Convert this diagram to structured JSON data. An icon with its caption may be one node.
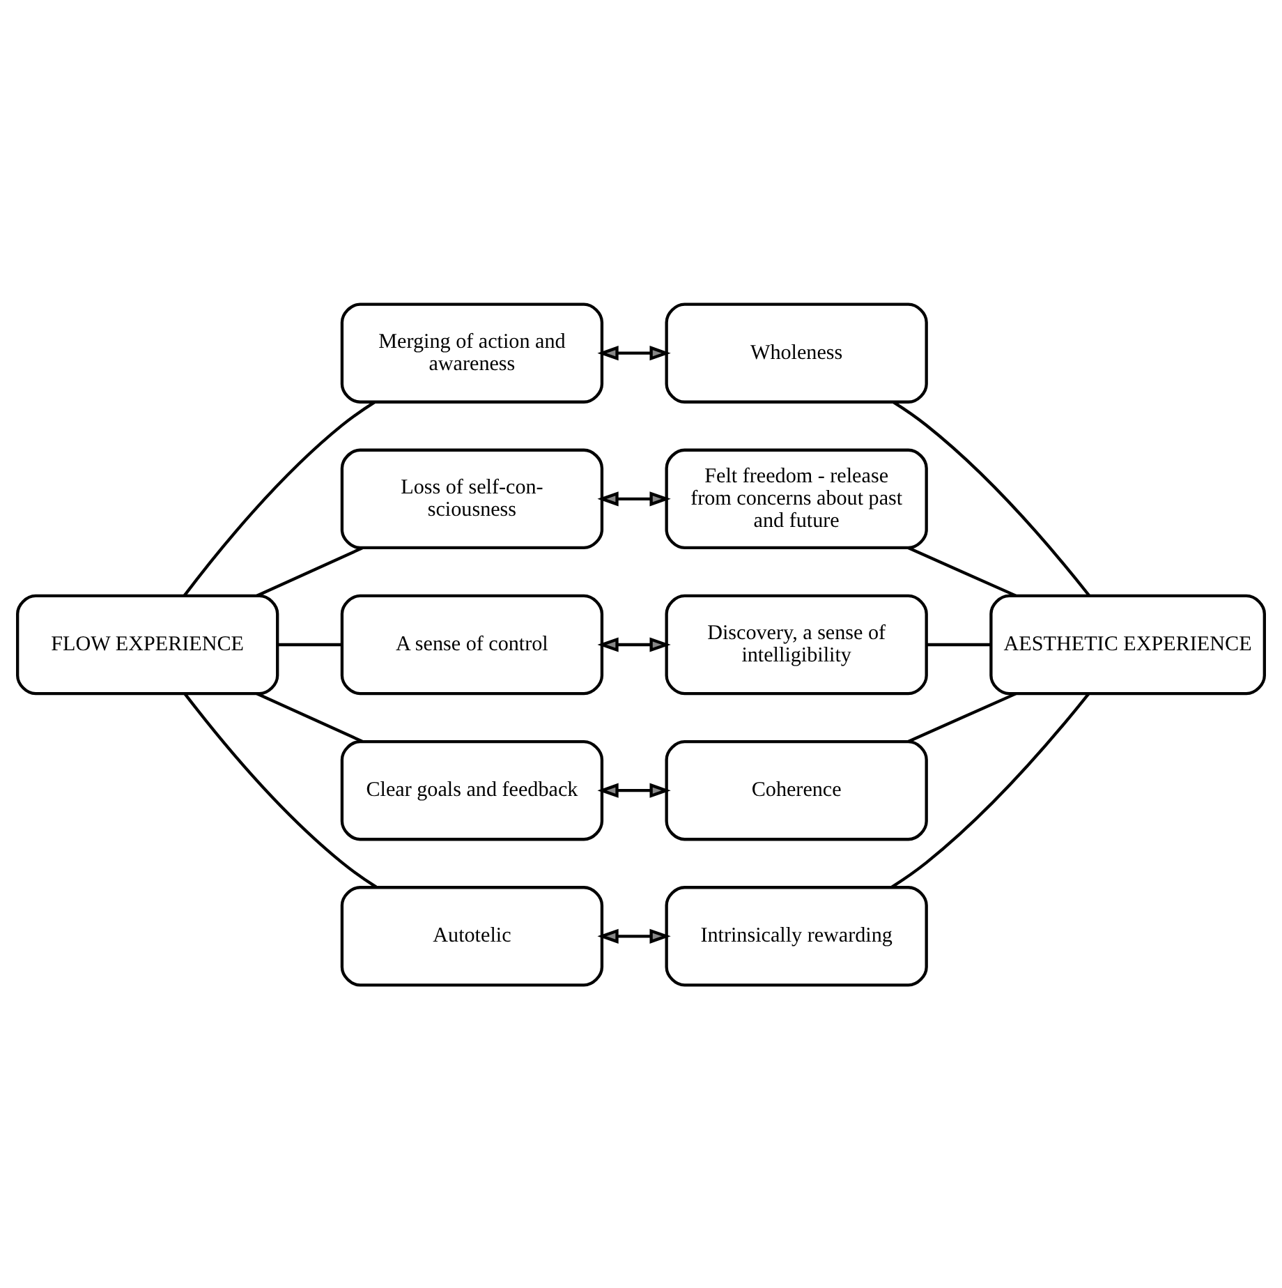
{
  "diagram": {
    "nodes": [
      {
        "text": [
          "FLOW EXPERIENCE"
        ]
      },
      {
        "text": [
          "AESTHETIC EXPERIENCE"
        ]
      },
      {
        "text": [
          "Merging of action and awareness"
        ]
      },
      {
        "text": [
          "Wholeness"
        ]
      },
      {
        "text": [
          "Loss of self-con- sciousness"
        ]
      },
      {
        "text": [
          "Felt freedom - release from concerns about past and future"
        ]
      },
      {
        "text": [
          "A sense of control"
        ]
      },
      {
        "text": [
          "Discovery, a sense of intelligibility"
        ]
      },
      {
        "text": [
          "Clear goals and feedback"
        ]
      },
      {
        "text": [
          "Coherence"
        ]
      },
      {
        "text": [
          "Autotelic"
        ]
      },
      {
        "text": [
          "Intrinsically rewarding"
        ]
      }
    ],
    "edges": [
      {
        "from": 0,
        "to": 2,
        "arrow": "none"
      },
      {
        "from": 0,
        "to": 4,
        "arrow": "none"
      },
      {
        "from": 0,
        "to": 6,
        "arrow": "none"
      },
      {
        "from": 0,
        "to": 8,
        "arrow": "none"
      },
      {
        "from": 0,
        "to": 10,
        "arrow": "none"
      },
      {
        "from": 1,
        "to": 3,
        "arrow": "none"
      },
      {
        "from": 1,
        "to": 5,
        "arrow": "none"
      },
      {
        "from": 1,
        "to": 7,
        "arrow": "none"
      },
      {
        "from": 1,
        "to": 9,
        "arrow": "none"
      },
      {
        "from": 1,
        "to": 11,
        "arrow": "none"
      },
      {
        "from": 2,
        "to": 3,
        "arrow": "both"
      },
      {
        "from": 4,
        "to": 5,
        "arrow": "both"
      },
      {
        "from": 6,
        "to": 7,
        "arrow": "both"
      },
      {
        "from": 8,
        "to": 9,
        "arrow": "both"
      },
      {
        "from": 10,
        "to": 11,
        "arrow": "both"
      }
    ]
  }
}
